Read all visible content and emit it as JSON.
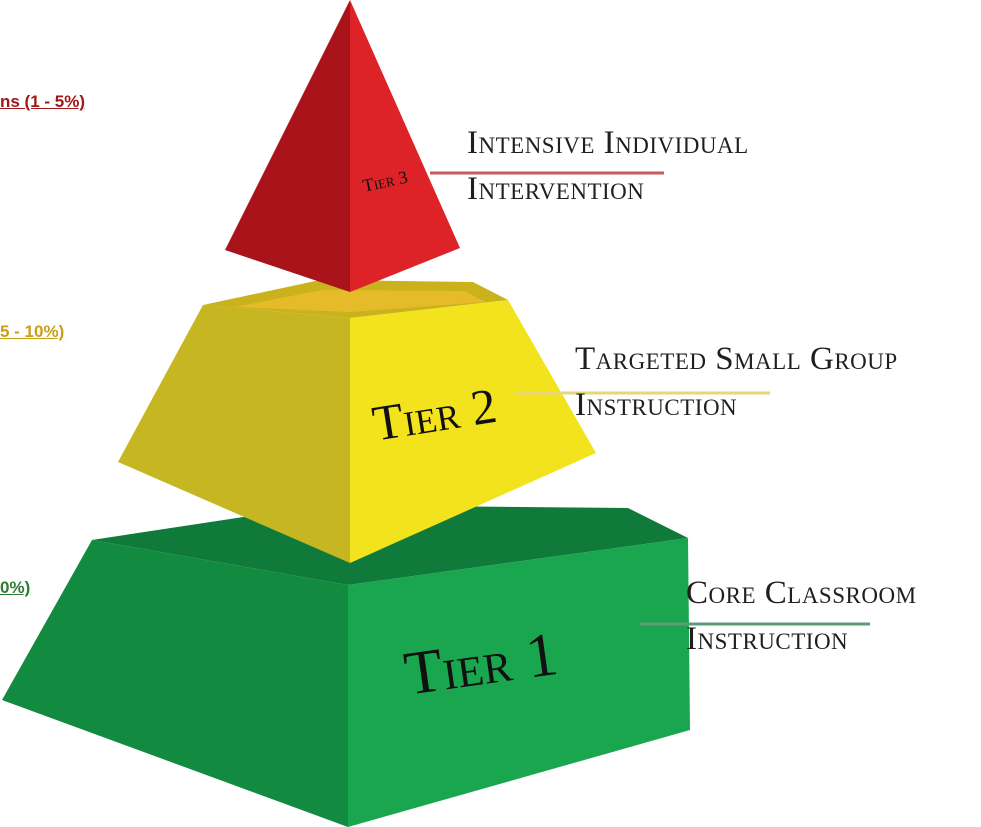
{
  "links": {
    "tier3": "ns (1 - 5%)",
    "tier2": "5 - 10%)",
    "tier1": "0%)"
  },
  "tiers": {
    "tier3": {
      "word": "Tier 3",
      "line1": "Intensive Individual",
      "line2": "Intervention"
    },
    "tier2": {
      "word": "Tier 2",
      "line1": "Targeted Small Group",
      "line2": "Instruction"
    },
    "tier1": {
      "word": "Tier 1",
      "line1": "Core Classroom",
      "line2": "Instruction"
    }
  },
  "colors": {
    "tier3": "#c81e22",
    "tier2": "#f3e21a",
    "tier1": "#16944a",
    "link_tier3": "#a01818",
    "link_tier2": "#c8a018",
    "link_tier1": "#2e7d32"
  }
}
